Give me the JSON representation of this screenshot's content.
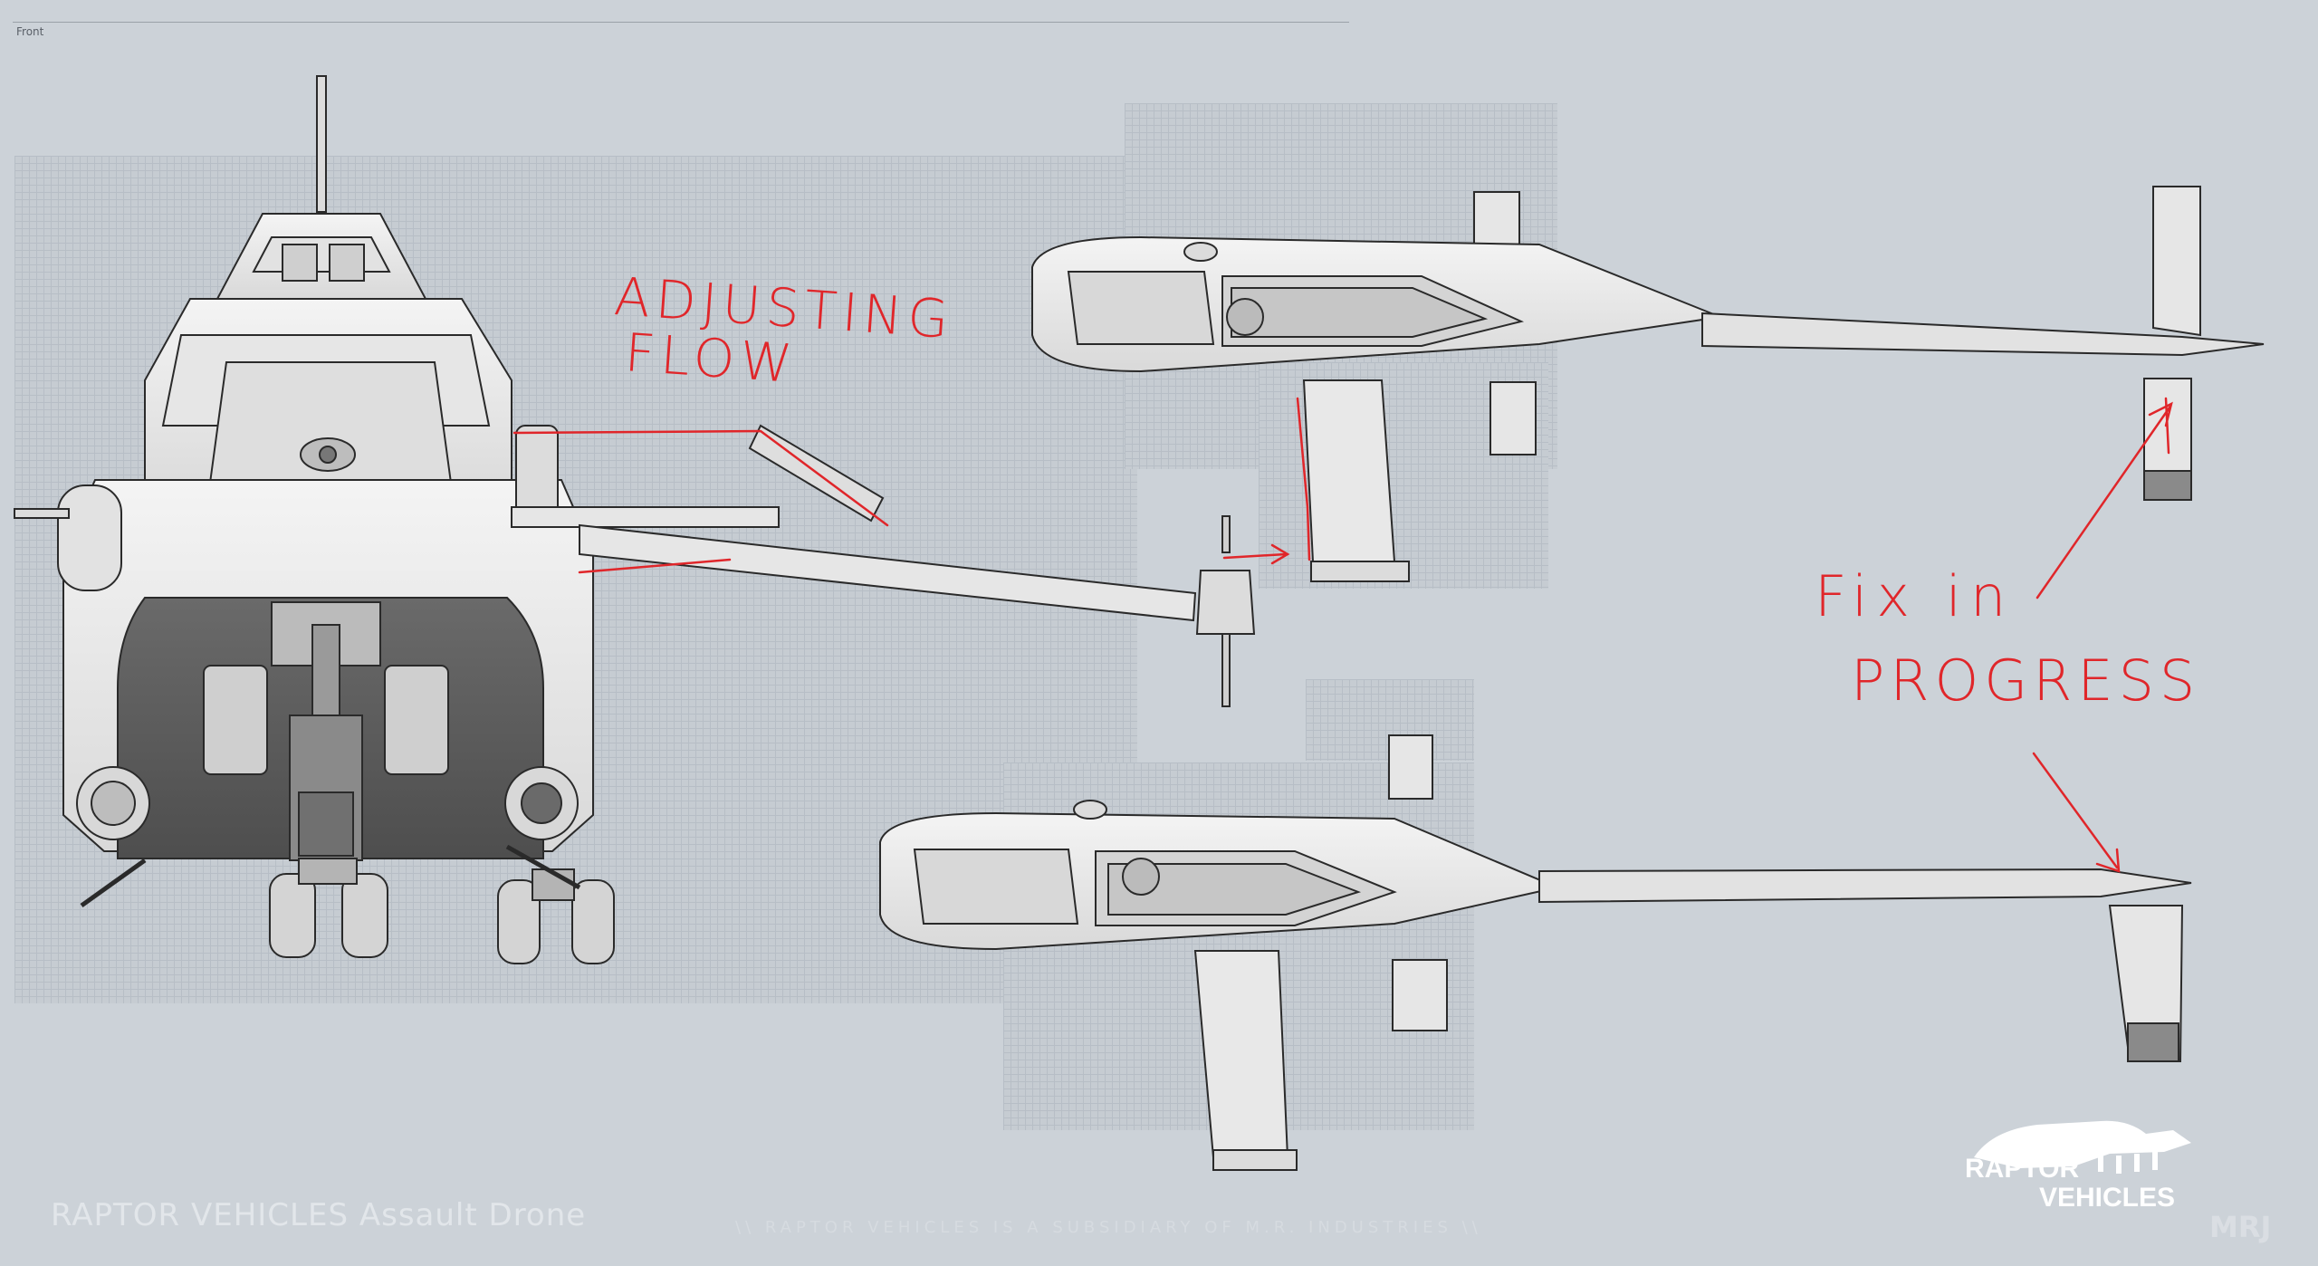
{
  "viewport": {
    "label": "Front"
  },
  "annotations": {
    "adjusting_line1": "ADJUSTING",
    "adjusting_line2": "FLOW",
    "fix_line1": "Fix in",
    "fix_line2": "PROGRESS"
  },
  "footer": {
    "title": "RAPTOR VEHICLES Assault Drone",
    "subtitle": "\\\\ RAPTOR VEHICLES IS A SUBSIDIARY OF M.R. INDUSTRIES \\\\"
  },
  "brand": {
    "line1": "RAPTOR",
    "line2": "VEHICLES",
    "watermark": "MRJ"
  },
  "colors": {
    "background": "#ccd2d8",
    "model_fill": "#eeeeee",
    "model_stroke": "#2a2a2a",
    "annotation": "#e0262a"
  }
}
